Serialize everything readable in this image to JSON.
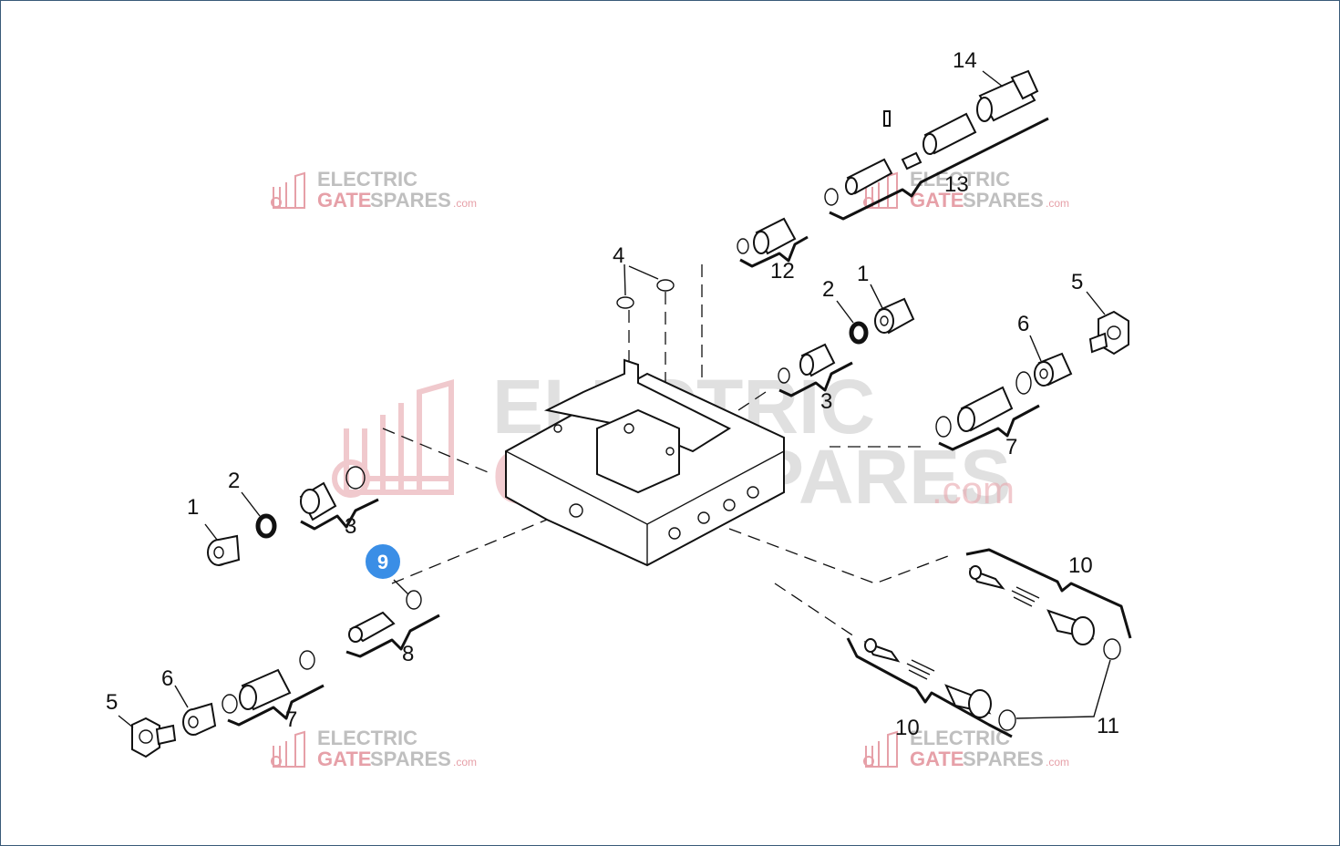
{
  "watermark": {
    "line1": "ELECTRIC",
    "line2_part1": "GATE",
    "line2_part2": "SPARES",
    "suffix": ".com",
    "colors": {
      "grey": "#c8c8c8",
      "pink": "#e8a6ad"
    }
  },
  "callouts": {
    "c1_left": "1",
    "c2_left": "2",
    "c3_left": "3",
    "c5_left": "5",
    "c6_left": "6",
    "c7_left": "7",
    "c8": "8",
    "c4": "4",
    "c12": "12",
    "c13": "13",
    "c14": "14",
    "c1_right": "1",
    "c2_right": "2",
    "c3_right": "3",
    "c5_right": "5",
    "c6_right": "6",
    "c7_right": "7",
    "c10_top": "10",
    "c10_bottom": "10",
    "c11": "11"
  },
  "highlight": {
    "label": "9",
    "color": "#3a8ee6"
  }
}
